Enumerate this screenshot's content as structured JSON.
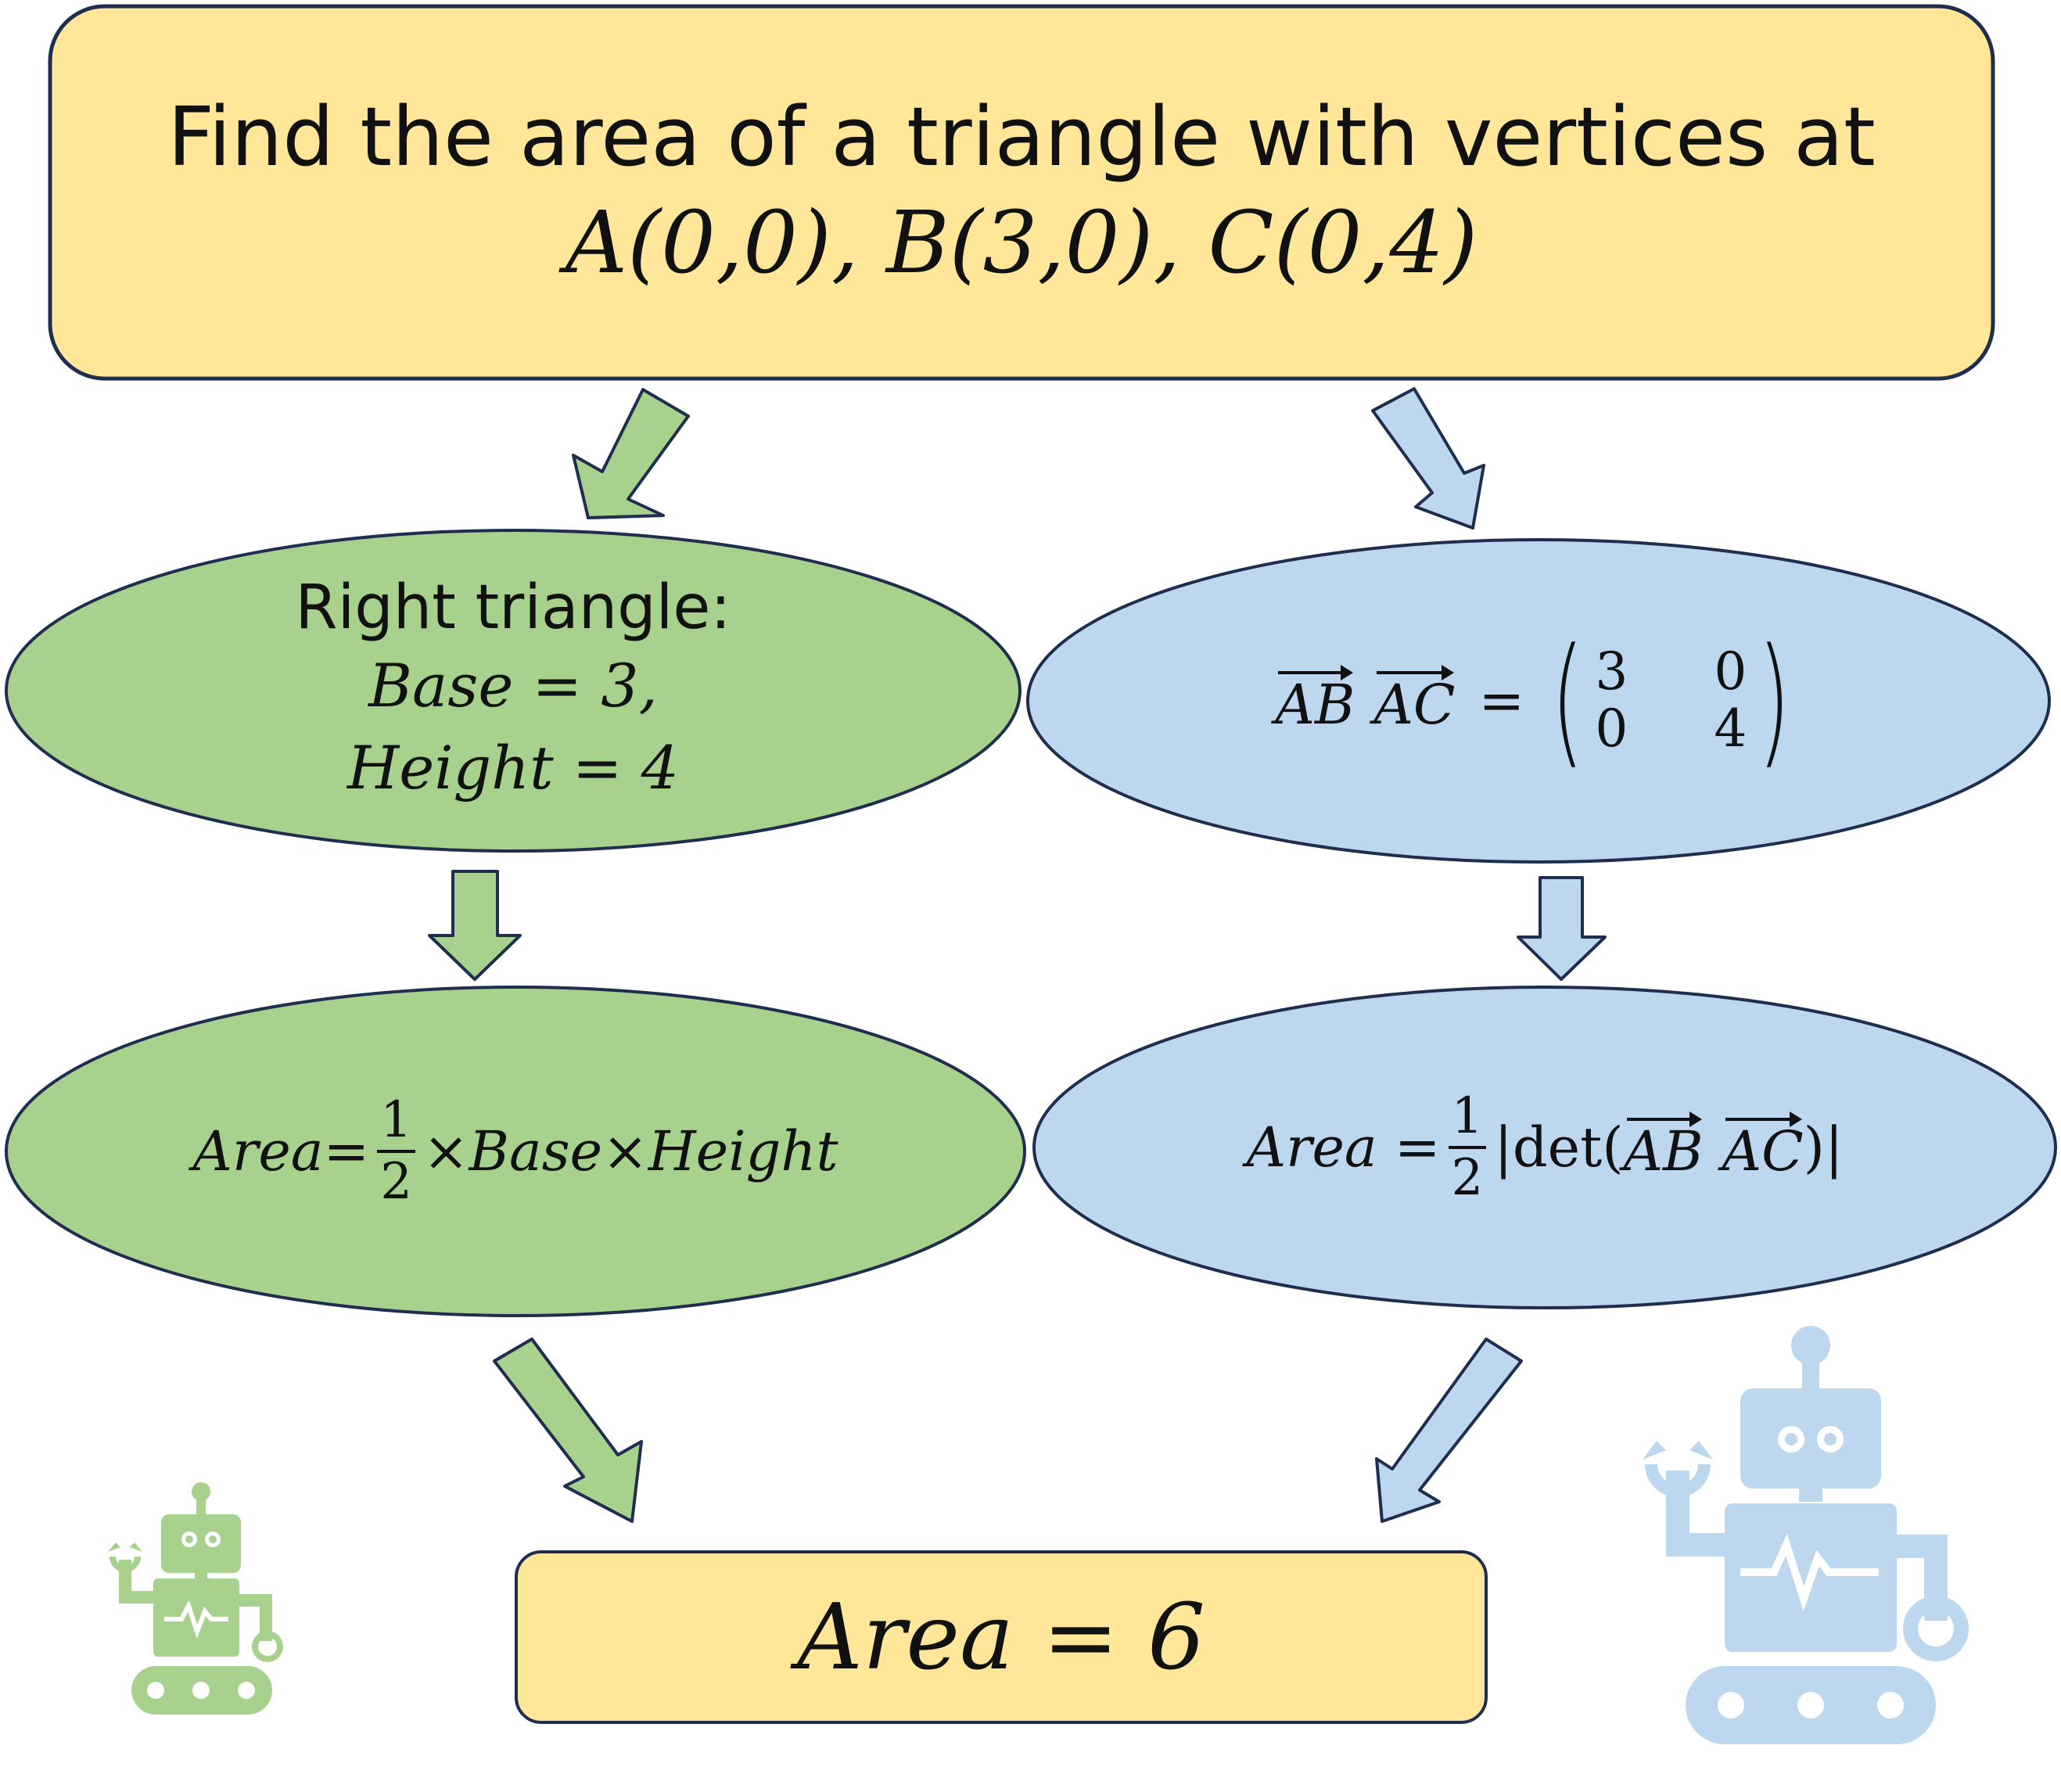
{
  "question": {
    "line1": "Find the area of a triangle with vertices at",
    "line2": "A(0,0), B(3,0), C(0,4)"
  },
  "left_path": {
    "heading": "Right triangle:",
    "base": "Base = 3,",
    "height": "Height = 4",
    "formula_lhs": "Area=",
    "frac_num": "1",
    "frac_den": "2",
    "formula_rhs": "×Base×Height"
  },
  "right_path": {
    "vec1": "AB",
    "vec2": "AC",
    "equals": "=",
    "matrix": [
      "3",
      "0",
      "0",
      "4"
    ],
    "formula_lhs": "Area =",
    "frac_num": "1",
    "frac_den": "2",
    "det_open": "|det(",
    "det_close": ")|"
  },
  "result": "Area = 6",
  "colors": {
    "question_fill": "#FFE699",
    "left_fill": "#A9D18E",
    "right_fill": "#BDD7EE",
    "outline": "#1F2D4F",
    "left_robot": "#A9D18E",
    "right_robot": "#BDD7EE"
  },
  "icons": [
    "robot-icon-small-green",
    "robot-icon-large-blue"
  ]
}
